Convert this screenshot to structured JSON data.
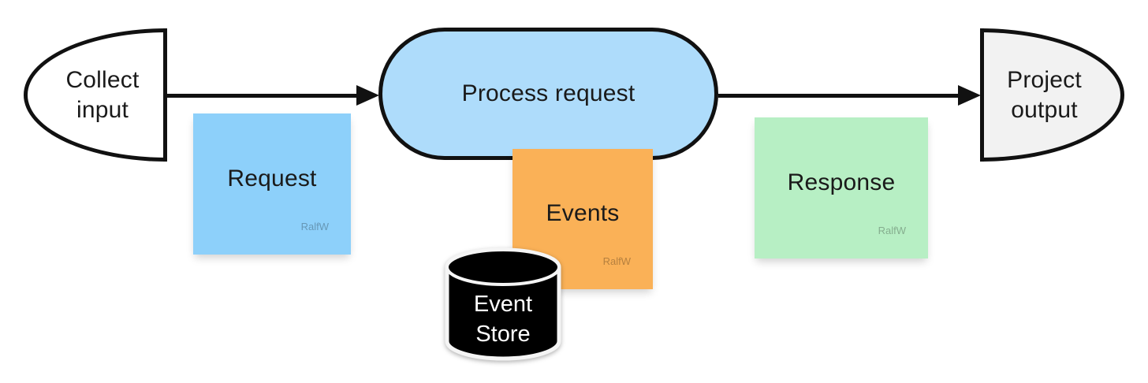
{
  "canvas": {
    "background": "#FFFFFF",
    "stroke_color": "#111111",
    "text_color": "#1A1A1A"
  },
  "nodes": {
    "collect_input": {
      "label": "Collect\ninput",
      "fill": "#FFFFFF"
    },
    "process_request": {
      "label": "Process request",
      "fill": "#AEDCFB"
    },
    "project_output": {
      "label": "Project\noutput",
      "fill": "#F2F2F2"
    },
    "event_store": {
      "label": "Event\nStore",
      "fill": "#000000",
      "outline": "#F5F5F5",
      "text_color": "#FFFFFF"
    }
  },
  "notes": {
    "request": {
      "label": "Request",
      "author": "RalfW",
      "fill": "#8DD0FA"
    },
    "events": {
      "label": "Events",
      "author": "RalfW",
      "fill": "#FAB157"
    },
    "response": {
      "label": "Response",
      "author": "RalfW",
      "fill": "#B7EFC4"
    }
  }
}
